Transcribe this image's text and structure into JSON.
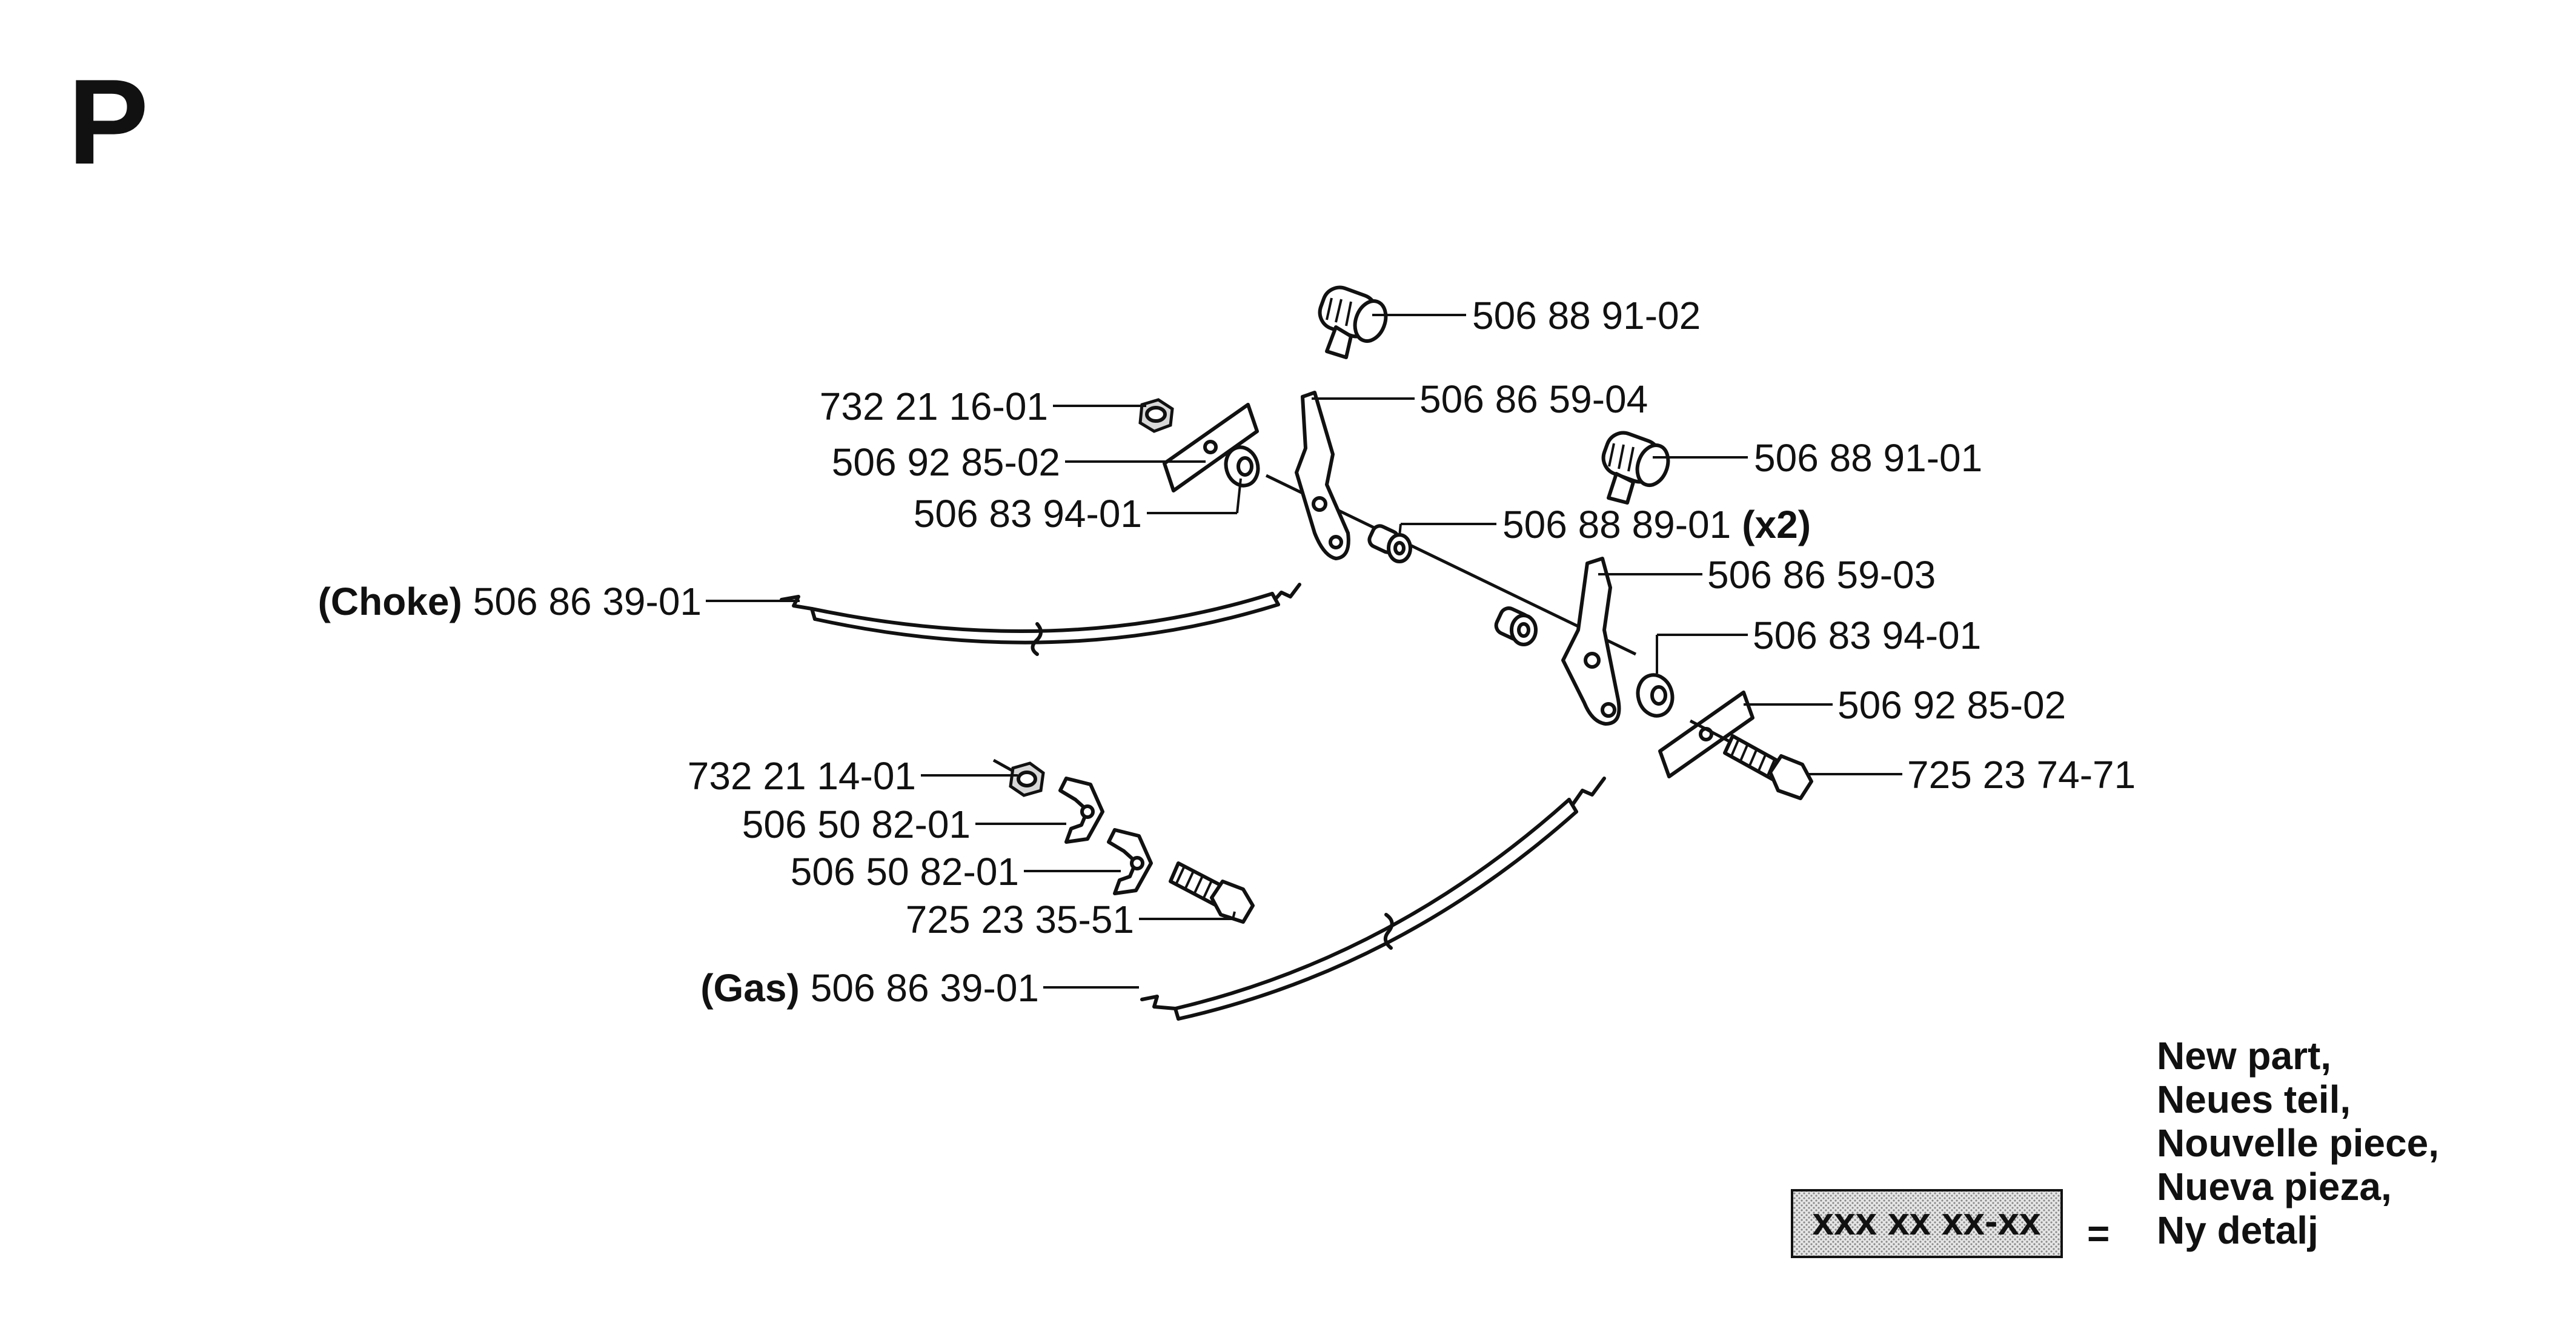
{
  "section_letter": "P",
  "labels": {
    "shaft_knob_upper": "506 88 91-02",
    "lever_upper": "506 86 59-04",
    "nut_upper": "732 21 16-01",
    "plate_upper": "506 92 85-02",
    "washer_upper": "506 83 94-01",
    "shaft_knob_lower": "506 88 91-01",
    "spacer": "506 88 89-01",
    "spacer_qty": "(x2)",
    "lever_lower": "506 86 59-03",
    "washer_lower": "506 83 94-01",
    "plate_lower": "506 92 85-02",
    "bolt_right": "725 23 74-71",
    "choke_tag": "(Choke)",
    "choke_cable": "506 86 39-01",
    "nut_lower": "732 21 14-01",
    "clamp_1": "506 50 82-01",
    "clamp_2": "506 50 82-01",
    "bolt_left": "725 23 35-51",
    "gas_tag": "(Gas)",
    "gas_cable": "506 86 39-01"
  },
  "legend": {
    "sample_number": "xxx xx xx-xx",
    "equals": "=",
    "lines": [
      "New part,",
      "Neues teil,",
      "Nouvelle piece,",
      "Nueva pieza,",
      "Ny detalj"
    ]
  },
  "colors": {
    "ink": "#111111",
    "legend_fill": "#d4d4d4"
  }
}
